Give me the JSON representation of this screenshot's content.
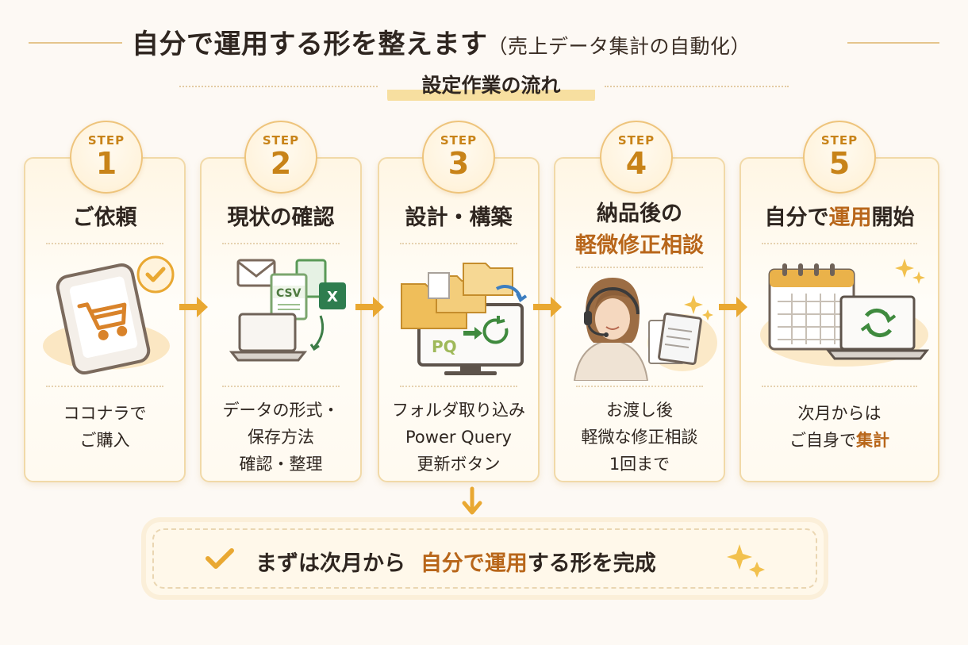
{
  "header": {
    "title": "自分で運用する形を整えます",
    "title_sub": "（売上データ集計の自動化）",
    "subtitle": "設定作業の流れ"
  },
  "steps": [
    {
      "step_label": "STEP",
      "number": "1",
      "title": "ご依頼",
      "desc_lines": [
        "ココナラで",
        "ご購入"
      ],
      "illustration": "smartphone-cart-icon"
    },
    {
      "step_label": "STEP",
      "number": "2",
      "title": "現状の確認",
      "desc_lines": [
        "データの形式・",
        "保存方法",
        "確認・整理"
      ],
      "illustration": "files-laptop-icon"
    },
    {
      "step_label": "STEP",
      "number": "3",
      "title": "設計・構築",
      "desc_lines": [
        "フォルダ取り込み",
        "Power Query",
        "更新ボタン"
      ],
      "illustration": "folders-monitor-icon"
    },
    {
      "step_label": "STEP",
      "number": "4",
      "title_line1": "納品後の",
      "title_line2": "軽微修正相談",
      "desc_lines": [
        "お渡し後",
        "軽微な修正相談",
        "1回まで"
      ],
      "illustration": "support-operator-icon"
    },
    {
      "step_label": "STEP",
      "number": "5",
      "title_plain_a": "自分で",
      "title_hl": "運用",
      "title_plain_b": "開始",
      "desc_line1": "次月からは",
      "desc_line2_plain": "ご自身で",
      "desc_line2_hl": "集計",
      "illustration": "calendar-laptop-icon"
    }
  ],
  "footer": {
    "message_plain": "まずは次月から",
    "message_hl_a": "自分で",
    "message_hl_b": "運用",
    "message_tail": "する形を完成"
  },
  "colors": {
    "accent": "#c88318",
    "highlight_text": "#b8661a",
    "arrow": "#e9a832",
    "card_border": "#f1d9a8"
  }
}
